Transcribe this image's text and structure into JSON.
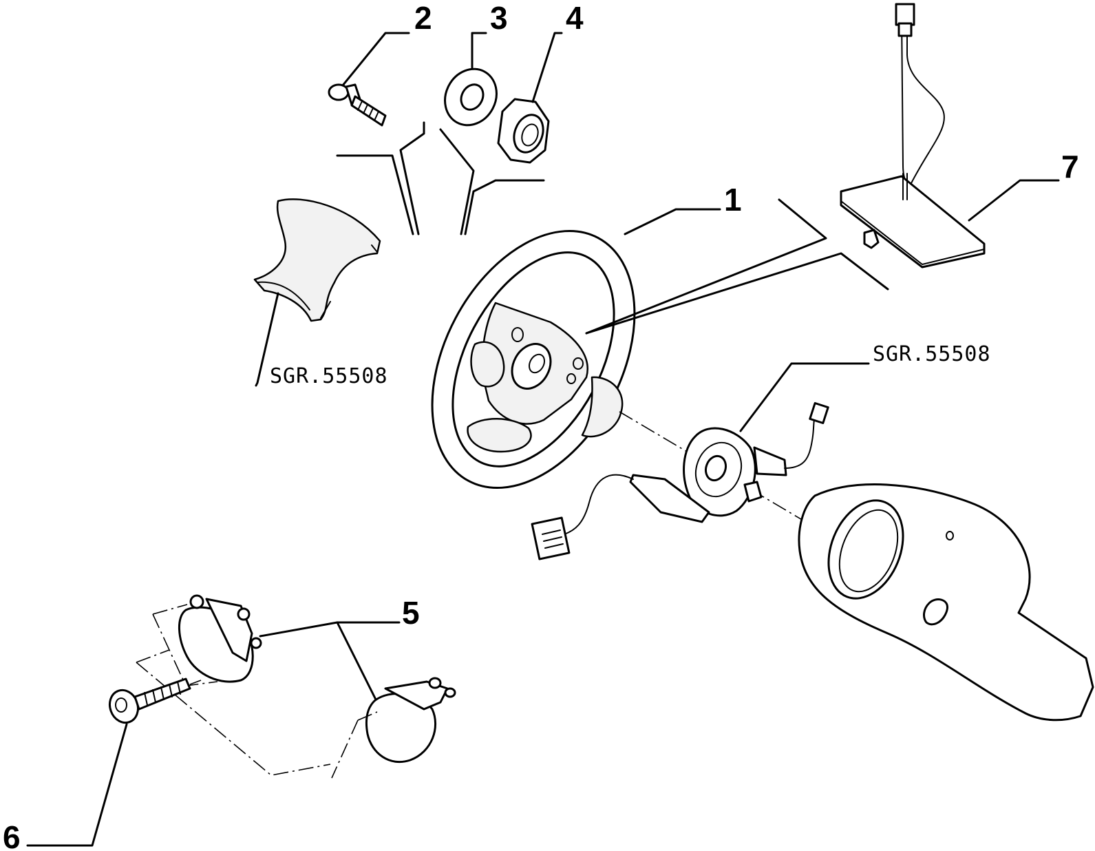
{
  "callouts": [
    {
      "id": "1",
      "label": "1"
    },
    {
      "id": "2",
      "label": "2"
    },
    {
      "id": "3",
      "label": "3"
    },
    {
      "id": "4",
      "label": "4"
    },
    {
      "id": "5",
      "label": "5"
    },
    {
      "id": "6",
      "label": "6"
    },
    {
      "id": "7",
      "label": "7"
    }
  ],
  "references": [
    {
      "id": "left",
      "label": "SGR.55508"
    },
    {
      "id": "right",
      "label": "SGR.55508"
    }
  ]
}
